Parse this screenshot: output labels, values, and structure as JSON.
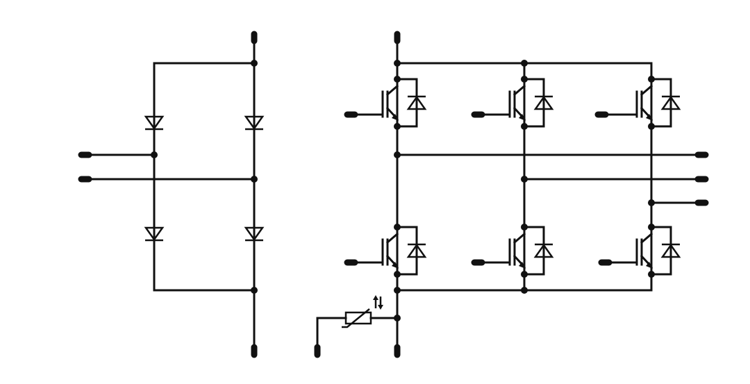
{
  "diagram": {
    "components": {
      "rectifier": [
        "rectifier-diode"
      ],
      "inverter": [
        "igbt-with-freewheel-diode"
      ],
      "sensor": [
        "ntc-thermistor"
      ]
    },
    "colors": {
      "line": "#111111",
      "background": "#ffffff"
    }
  }
}
